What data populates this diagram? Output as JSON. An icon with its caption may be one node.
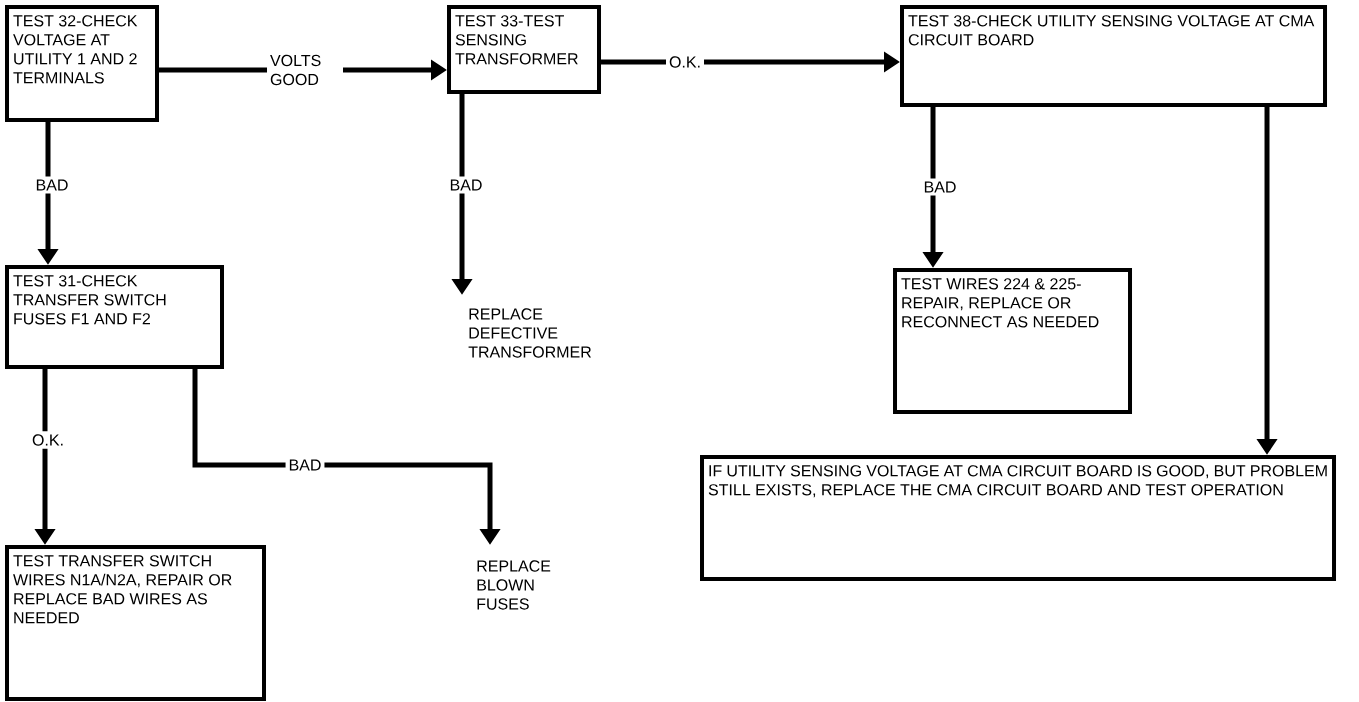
{
  "diagram": {
    "nodes": [
      {
        "text": [
          "TEST 32-CHECK VOLTAGE AT UTILITY 1 AND 2 TERMINALS"
        ]
      },
      {
        "text": [
          "TEST 33-TEST SENSING TRANSFORMER"
        ]
      },
      {
        "text": [
          "TEST 38-CHECK UTILITY SENSING VOLTAGE AT CMA CIRCUIT BOARD"
        ]
      },
      {
        "text": [
          "TEST 31-CHECK TRANSFER SWITCH FUSES F1 AND F2"
        ]
      },
      {
        "text": [
          "REPLACE DEFECTIVE TRANSFORMER"
        ]
      },
      {
        "text": [
          "TEST WIRES 224 & 225- REPAIR, REPLACE OR RECONNECT AS NEEDED"
        ]
      },
      {
        "text": [
          "IF UTILITY SENSING VOLTAGE AT CMA CIRCUIT BOARD IS GOOD, BUT PROBLEM STILL EXISTS, REPLACE THE CMA CIRCUIT BOARD AND TEST OPERATION"
        ]
      },
      {
        "text": [
          "TEST TRANSFER SWITCH WIRES N1A/N2A, REPAIR OR REPLACE BAD WIRES AS NEEDED"
        ]
      },
      {
        "text": [
          "REPLACE BLOWN FUSES"
        ]
      }
    ],
    "edges": [
      {
        "from": 0,
        "to": 1,
        "arrow": "to",
        "label": "VOLTS GOOD"
      },
      {
        "from": 1,
        "to": 2,
        "arrow": "to",
        "label": "O.K."
      },
      {
        "from": 0,
        "to": 3,
        "arrow": "to",
        "label": "BAD"
      },
      {
        "from": 1,
        "to": 4,
        "arrow": "to",
        "label": "BAD"
      },
      {
        "from": 2,
        "to": 5,
        "arrow": "to",
        "label": "BAD"
      },
      {
        "from": 2,
        "to": 6,
        "arrow": "to"
      },
      {
        "from": 3,
        "to": 7,
        "arrow": "to",
        "label": "O.K."
      },
      {
        "from": 3,
        "to": 8,
        "arrow": "to",
        "label": "BAD"
      }
    ]
  }
}
